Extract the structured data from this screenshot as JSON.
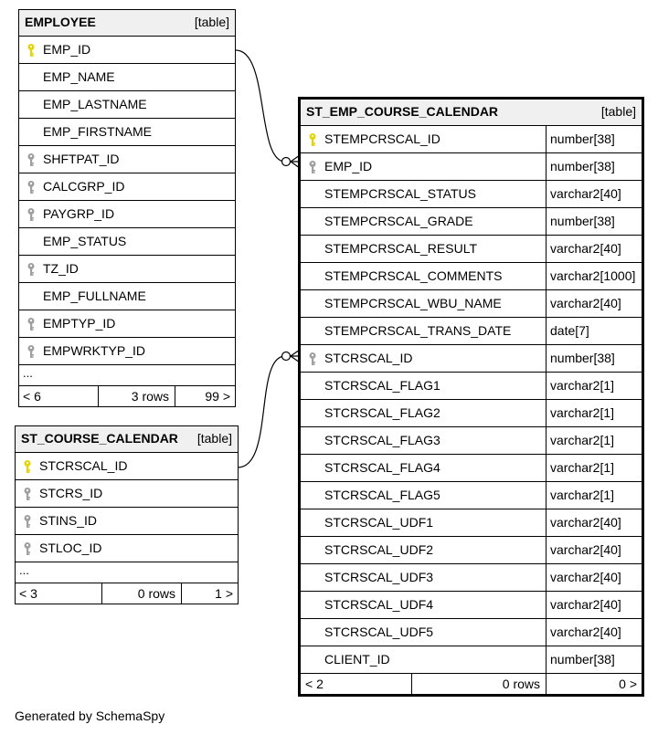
{
  "colors": {
    "primary_key": "#e6d400",
    "foreign_key": "#a0a0a0",
    "header_bg": "#f0f0f0"
  },
  "tables": {
    "employee": {
      "name": "EMPLOYEE",
      "kind": "[table]",
      "columns": [
        {
          "name": "EMP_ID",
          "key": "primary-key-icon"
        },
        {
          "name": "EMP_NAME",
          "key": ""
        },
        {
          "name": "EMP_LASTNAME",
          "key": ""
        },
        {
          "name": "EMP_FIRSTNAME",
          "key": ""
        },
        {
          "name": "SHFTPAT_ID",
          "key": "foreign-key-icon"
        },
        {
          "name": "CALCGRP_ID",
          "key": "foreign-key-icon"
        },
        {
          "name": "PAYGRP_ID",
          "key": "foreign-key-icon"
        },
        {
          "name": "EMP_STATUS",
          "key": ""
        },
        {
          "name": "TZ_ID",
          "key": "foreign-key-icon"
        },
        {
          "name": "EMP_FULLNAME",
          "key": ""
        },
        {
          "name": "EMPTYP_ID",
          "key": "foreign-key-icon"
        },
        {
          "name": "EMPWRKTYP_ID",
          "key": "foreign-key-icon"
        }
      ],
      "more": "...",
      "footer": {
        "parents": "< 6",
        "rows": "3 rows",
        "children": "99 >"
      }
    },
    "st_course_calendar": {
      "name": "ST_COURSE_CALENDAR",
      "kind": "[table]",
      "columns": [
        {
          "name": "STCRSCAL_ID",
          "key": "primary-key-icon"
        },
        {
          "name": "STCRS_ID",
          "key": "foreign-key-icon"
        },
        {
          "name": "STINS_ID",
          "key": "foreign-key-icon"
        },
        {
          "name": "STLOC_ID",
          "key": "foreign-key-icon"
        }
      ],
      "more": "...",
      "footer": {
        "parents": "< 3",
        "rows": "0 rows",
        "children": "1 >"
      }
    },
    "st_emp_course_calendar": {
      "name": "ST_EMP_COURSE_CALENDAR",
      "kind": "[table]",
      "columns": [
        {
          "name": "STEMPCRSCAL_ID",
          "type": "number[38]",
          "key": "primary-key-icon"
        },
        {
          "name": "EMP_ID",
          "type": "number[38]",
          "key": "foreign-key-icon"
        },
        {
          "name": "STEMPCRSCAL_STATUS",
          "type": "varchar2[40]",
          "key": ""
        },
        {
          "name": "STEMPCRSCAL_GRADE",
          "type": "number[38]",
          "key": ""
        },
        {
          "name": "STEMPCRSCAL_RESULT",
          "type": "varchar2[40]",
          "key": ""
        },
        {
          "name": "STEMPCRSCAL_COMMENTS",
          "type": "varchar2[1000]",
          "key": ""
        },
        {
          "name": "STEMPCRSCAL_WBU_NAME",
          "type": "varchar2[40]",
          "key": ""
        },
        {
          "name": "STEMPCRSCAL_TRANS_DATE",
          "type": "date[7]",
          "key": ""
        },
        {
          "name": "STCRSCAL_ID",
          "type": "number[38]",
          "key": "foreign-key-icon"
        },
        {
          "name": "STCRSCAL_FLAG1",
          "type": "varchar2[1]",
          "key": ""
        },
        {
          "name": "STCRSCAL_FLAG2",
          "type": "varchar2[1]",
          "key": ""
        },
        {
          "name": "STCRSCAL_FLAG3",
          "type": "varchar2[1]",
          "key": ""
        },
        {
          "name": "STCRSCAL_FLAG4",
          "type": "varchar2[1]",
          "key": ""
        },
        {
          "name": "STCRSCAL_FLAG5",
          "type": "varchar2[1]",
          "key": ""
        },
        {
          "name": "STCRSCAL_UDF1",
          "type": "varchar2[40]",
          "key": ""
        },
        {
          "name": "STCRSCAL_UDF2",
          "type": "varchar2[40]",
          "key": ""
        },
        {
          "name": "STCRSCAL_UDF3",
          "type": "varchar2[40]",
          "key": ""
        },
        {
          "name": "STCRSCAL_UDF4",
          "type": "varchar2[40]",
          "key": ""
        },
        {
          "name": "STCRSCAL_UDF5",
          "type": "varchar2[40]",
          "key": ""
        },
        {
          "name": "CLIENT_ID",
          "type": "number[38]",
          "key": ""
        }
      ],
      "footer": {
        "parents": "< 2",
        "rows": "0 rows",
        "children": "0 >"
      }
    }
  },
  "generated_by": "Generated by SchemaSpy"
}
